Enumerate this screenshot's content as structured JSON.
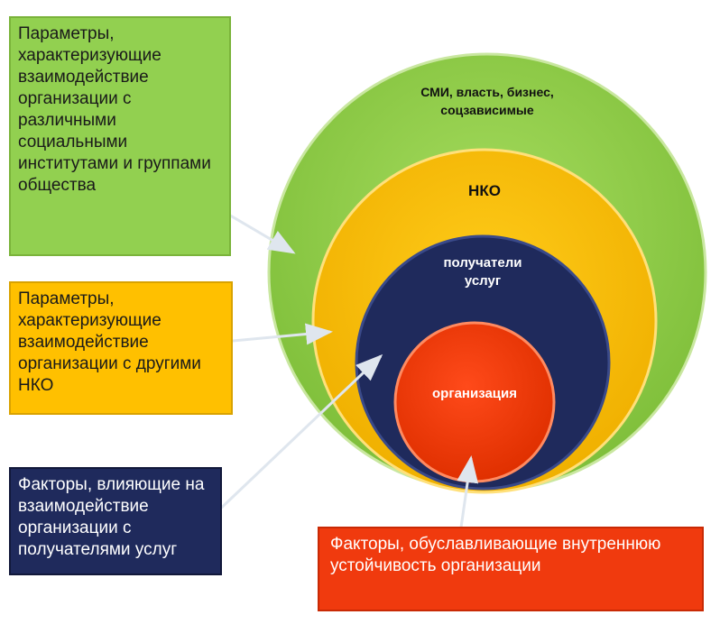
{
  "boxes": {
    "green": "Параметры, характеризующие взаимодействие организации с различными социальными институтами и группами общества",
    "yellow": "Параметры, характеризующие взаимодействие организации с другими НКО",
    "navy": "Факторы, влияющие на взаимодействие организации с получателями услуг",
    "red": "Факторы, обуславливающие внутреннюю устойчивость организации"
  },
  "circles": {
    "outer": "СМИ, власть, бизнес, соцзависимые",
    "nko": "НКО",
    "recipients": "получатели услуг",
    "organization": "организация"
  },
  "colors": {
    "green": "#92d050",
    "yellow": "#ffc000",
    "navy": "#1f2a5c",
    "red": "#f03a0e"
  }
}
